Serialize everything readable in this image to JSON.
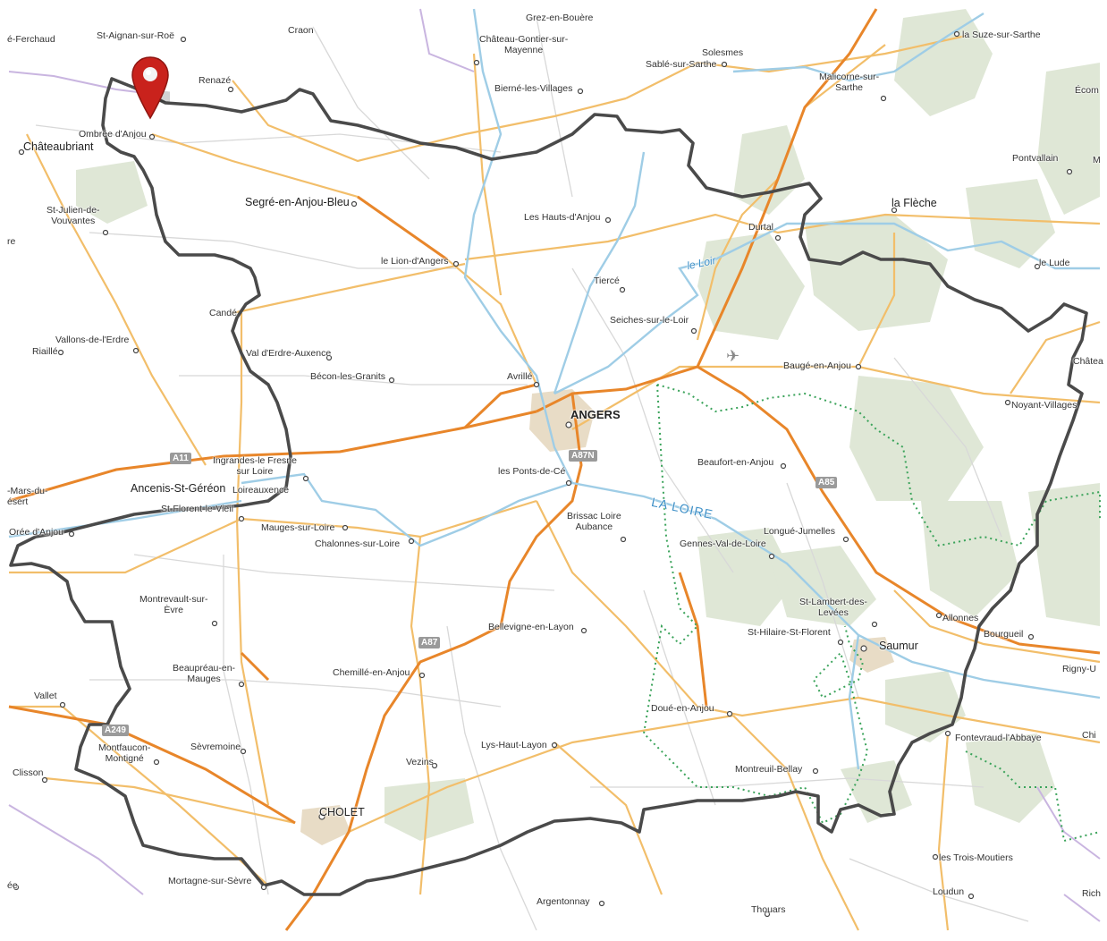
{
  "map": {
    "colors": {
      "background": "#ffffff",
      "motorway": "#e8862a",
      "primary_road": "#f2be6a",
      "secondary_road": "#cfcfcf",
      "river": "#9fcde6",
      "forest": "#dfe7d6",
      "urban": "#e8dcc6",
      "department_border": "#4a4a4a",
      "park_border": "#3aa35a",
      "region_border": "#c9b5e0",
      "marker": "#c9221c"
    },
    "marker": {
      "icon": "map-pin-icon",
      "color": "#c9221c"
    },
    "airport_icon": "airplane-icon",
    "places": [
      {
        "id": "angers",
        "label": "ANGERS",
        "style": "big"
      },
      {
        "id": "cholet",
        "label": "CHOLET",
        "style": "city"
      },
      {
        "id": "saumur",
        "label": "Saumur",
        "style": "city"
      },
      {
        "id": "ferchaud",
        "label": "é-Ferchaud"
      },
      {
        "id": "aignan",
        "label": "St-Aignan-sur-Roë"
      },
      {
        "id": "craon",
        "label": "Craon"
      },
      {
        "id": "grez",
        "label": "Grez-en-Bouère"
      },
      {
        "id": "gontier",
        "label": "Château-Gontier-sur-\nMayenne"
      },
      {
        "id": "suze",
        "label": "la Suze-sur-Sarthe"
      },
      {
        "id": "solesmes",
        "label": "Solesmes"
      },
      {
        "id": "sable",
        "label": "Sablé-sur-Sarthe"
      },
      {
        "id": "malicorne",
        "label": "Malicorne-sur-\nSarthe"
      },
      {
        "id": "ecom",
        "label": "Écom"
      },
      {
        "id": "renaze",
        "label": "Renazé"
      },
      {
        "id": "bierne",
        "label": "Bierné-les-Villages"
      },
      {
        "id": "ombree",
        "label": "Ombrée d'Anjou"
      },
      {
        "id": "chateaubriant",
        "label": "Châteaubriant"
      },
      {
        "id": "pontvallain",
        "label": "Pontvallain"
      },
      {
        "id": "m_edge",
        "label": "M"
      },
      {
        "id": "segre",
        "label": "Segré-en-Anjou-Bleu"
      },
      {
        "id": "julien",
        "label": "St-Julien-de-\nVouvantes"
      },
      {
        "id": "hautsanjou",
        "label": "Les Hauts-d'Anjou"
      },
      {
        "id": "durtal",
        "label": "Durtal"
      },
      {
        "id": "fleche",
        "label": "la Flèche"
      },
      {
        "id": "re_edge",
        "label": "re"
      },
      {
        "id": "lion",
        "label": "le Lion-d'Angers"
      },
      {
        "id": "lude",
        "label": "le Lude"
      },
      {
        "id": "tierce",
        "label": "Tiercé"
      },
      {
        "id": "cande",
        "label": "Candé"
      },
      {
        "id": "seiches",
        "label": "Seiches-sur-le-Loir"
      },
      {
        "id": "vallons",
        "label": "Vallons-de-l'Erdre"
      },
      {
        "id": "riaille",
        "label": "Riaillé"
      },
      {
        "id": "valerdre",
        "label": "Val d'Erdre-Auxence"
      },
      {
        "id": "bauge",
        "label": "Baugé-en-Anjou"
      },
      {
        "id": "chateau_edge",
        "label": "Châtea"
      },
      {
        "id": "becon",
        "label": "Bécon-les-Granits"
      },
      {
        "id": "avrille",
        "label": "Avrillé"
      },
      {
        "id": "noyant",
        "label": "Noyant-Villages"
      },
      {
        "id": "ingrandes",
        "label": "Ingrandes-le Fresne\nsur Loire"
      },
      {
        "id": "beaufort",
        "label": "Beaufort-en-Anjou"
      },
      {
        "id": "mars",
        "label": "-Mars-du-\nésert"
      },
      {
        "id": "ancenis",
        "label": "Ancenis-St-Géréon"
      },
      {
        "id": "loireaux",
        "label": "Loireauxence"
      },
      {
        "id": "pontsce",
        "label": "les Ponts-de-Cé"
      },
      {
        "id": "florent",
        "label": "St-Florent-le-Vieil"
      },
      {
        "id": "oree",
        "label": "Orée d'Anjou"
      },
      {
        "id": "mauges",
        "label": "Mauges-sur-Loire"
      },
      {
        "id": "brissac",
        "label": "Brissac Loire\nAubance"
      },
      {
        "id": "longue",
        "label": "Longué-Jumelles"
      },
      {
        "id": "chalonnes",
        "label": "Chalonnes-sur-Loire"
      },
      {
        "id": "gennes",
        "label": "Gennes-Val-de-Loire"
      },
      {
        "id": "montrevault",
        "label": "Montrevault-sur-\nÈvre"
      },
      {
        "id": "lambert",
        "label": "St-Lambert-des-\nLevées"
      },
      {
        "id": "allonnes",
        "label": "Allonnes"
      },
      {
        "id": "bellevigne",
        "label": "Bellevigne-en-Layon"
      },
      {
        "id": "hilaire",
        "label": "St-Hilaire-St-Florent"
      },
      {
        "id": "bourgueil",
        "label": "Bourgueil"
      },
      {
        "id": "beaupreau",
        "label": "Beaupréau-en-\nMauges"
      },
      {
        "id": "rigny",
        "label": "Rigny-U"
      },
      {
        "id": "chemille",
        "label": "Chemillé-en-Anjou"
      },
      {
        "id": "vallet",
        "label": "Vallet"
      },
      {
        "id": "doue",
        "label": "Doué-en-Anjou"
      },
      {
        "id": "fontevraud",
        "label": "Fontevraud-l'Abbaye"
      },
      {
        "id": "chi_edge",
        "label": "Chi"
      },
      {
        "id": "sevremoine",
        "label": "Sèvremoine"
      },
      {
        "id": "lys",
        "label": "Lys-Haut-Layon"
      },
      {
        "id": "montfaucon",
        "label": "Montfaucon-\nMontigné"
      },
      {
        "id": "montreuil",
        "label": "Montreuil-Bellay"
      },
      {
        "id": "clisson",
        "label": "Clisson"
      },
      {
        "id": "vezins",
        "label": "Vezins"
      },
      {
        "id": "troismoutiers",
        "label": "les Trois-Moutiers"
      },
      {
        "id": "ee_edge",
        "label": "ée"
      },
      {
        "id": "mortagne",
        "label": "Mortagne-sur-Sèvre"
      },
      {
        "id": "loudun",
        "label": "Loudun"
      },
      {
        "id": "richelieu_edge",
        "label": "Rich"
      },
      {
        "id": "argentonnay",
        "label": "Argentonnay"
      },
      {
        "id": "thouars",
        "label": "Thouars"
      }
    ],
    "rivers": [
      {
        "id": "loir",
        "label": "le Loir"
      },
      {
        "id": "loire",
        "label": "LA LOIRE"
      }
    ],
    "road_shields": [
      {
        "id": "a11",
        "label": "A11"
      },
      {
        "id": "a87n",
        "label": "A87N"
      },
      {
        "id": "a85",
        "label": "A85"
      },
      {
        "id": "a87",
        "label": "A87"
      },
      {
        "id": "a249",
        "label": "A249"
      }
    ]
  }
}
